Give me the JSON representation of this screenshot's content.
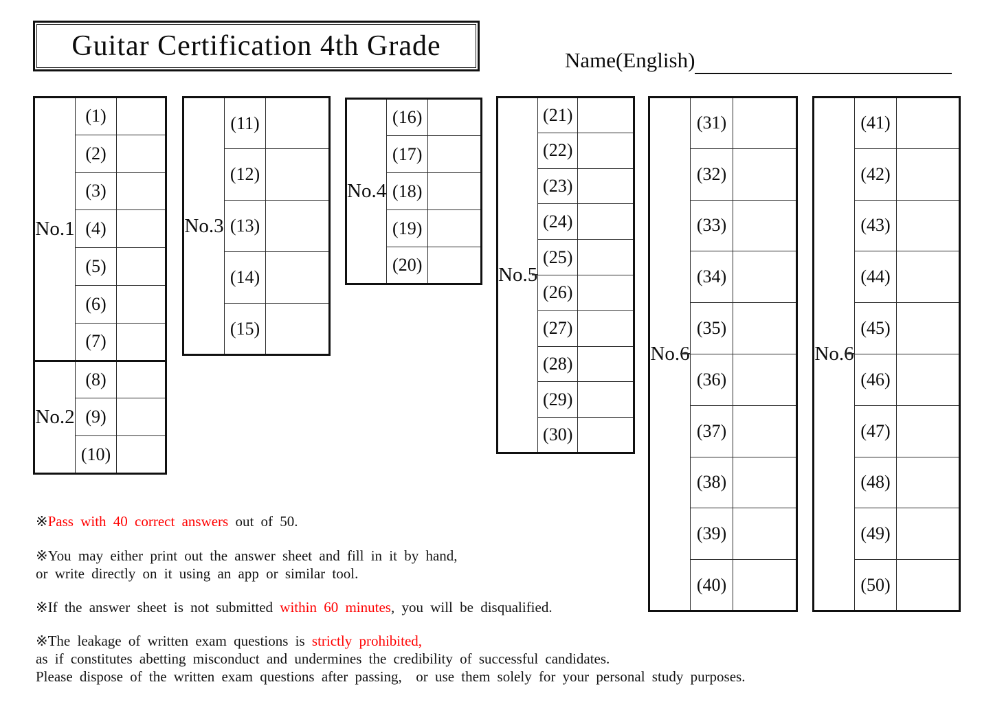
{
  "header": {
    "title": "Guitar Certification 4th Grade",
    "name_label": "Name(English)",
    "name_value": ""
  },
  "colors": {
    "ink": "#111111",
    "accent_red": "#ff0000"
  },
  "answer_tables": [
    {
      "sections": [
        {
          "label": "No.1",
          "questions": [
            "(1)",
            "(2)",
            "(3)",
            "(4)",
            "(5)",
            "(6)",
            "(7)"
          ],
          "answers": [
            "",
            "",
            "",
            "",
            "",
            "",
            ""
          ]
        },
        {
          "label": "No.2",
          "questions": [
            "(8)",
            "(9)",
            "(10)"
          ],
          "answers": [
            "",
            "",
            ""
          ]
        }
      ]
    },
    {
      "sections": [
        {
          "label": "No.3",
          "questions": [
            "(11)",
            "(12)",
            "(13)",
            "(14)",
            "(15)"
          ],
          "answers": [
            "",
            "",
            "",
            "",
            ""
          ]
        }
      ]
    },
    {
      "sections": [
        {
          "label": "No.4",
          "questions": [
            "(16)",
            "(17)",
            "(18)",
            "(19)",
            "(20)"
          ],
          "answers": [
            "",
            "",
            "",
            "",
            ""
          ]
        }
      ]
    },
    {
      "sections": [
        {
          "label": "No.5",
          "questions": [
            "(21)",
            "(22)",
            "(23)",
            "(24)",
            "(25)",
            "(26)",
            "(27)",
            "(28)",
            "(29)",
            "(30)"
          ],
          "answers": [
            "",
            "",
            "",
            "",
            "",
            "",
            "",
            "",
            "",
            ""
          ]
        }
      ]
    },
    {
      "sections": [
        {
          "label": "No.6",
          "questions": [
            "(31)",
            "(32)",
            "(33)",
            "(34)",
            "(35)",
            "(36)",
            "(37)",
            "(38)",
            "(39)",
            "(40)"
          ],
          "answers": [
            "",
            "",
            "",
            "",
            "",
            "",
            "",
            "",
            "",
            ""
          ]
        }
      ]
    },
    {
      "sections": [
        {
          "label": "No.6",
          "questions": [
            "(41)",
            "(42)",
            "(43)",
            "(44)",
            "(45)",
            "(46)",
            "(47)",
            "(48)",
            "(49)",
            "(50)"
          ],
          "answers": [
            "",
            "",
            "",
            "",
            "",
            "",
            "",
            "",
            "",
            ""
          ]
        }
      ]
    }
  ],
  "notes": [
    {
      "lines": [
        [
          {
            "t": "※",
            "red": false
          },
          {
            "t": "Pass with 40 correct answers",
            "red": true
          },
          {
            "t": " out of 50.",
            "red": false
          }
        ]
      ]
    },
    {
      "lines": [
        [
          {
            "t": "※You may either print out the answer sheet and fill in it by hand,",
            "red": false
          }
        ],
        [
          {
            "t": "or write directly on it using an app or similar tool.",
            "red": false
          }
        ]
      ]
    },
    {
      "lines": [
        [
          {
            "t": "※If the answer sheet is not submitted ",
            "red": false
          },
          {
            "t": "within 60 minutes",
            "red": true
          },
          {
            "t": ", you will be disqualified.",
            "red": false
          }
        ]
      ]
    },
    {
      "lines": [
        [
          {
            "t": "※The leakage of written exam questions is ",
            "red": false
          },
          {
            "t": "strictly prohibited,",
            "red": true
          }
        ],
        [
          {
            "t": "as if constitutes abetting misconduct and undermines the credibility of successful candidates.",
            "red": false
          }
        ],
        [
          {
            "t": "Please dispose of the written exam questions after passing,  or use them solely for your personal study purposes.",
            "red": false
          }
        ]
      ]
    }
  ]
}
